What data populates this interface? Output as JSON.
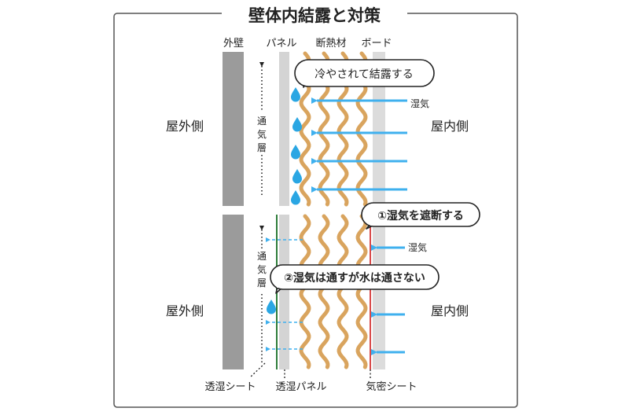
{
  "title": "壁体内結露と対策",
  "top_labels": {
    "outer_wall": "外壁",
    "panel": "パネル",
    "insulation": "断熱材",
    "board": "ボード"
  },
  "top": {
    "outside": "屋外側",
    "inside": "屋内側",
    "air_layer_chars": [
      "通",
      "気",
      "層"
    ],
    "callout": "冷やされて結露する",
    "vapor": "湿気"
  },
  "bottom": {
    "outside": "屋外側",
    "inside": "屋内側",
    "air_layer_chars": [
      "通",
      "気",
      "層"
    ],
    "callout1": "①湿気を遮断する",
    "callout2": "②湿気は通すが水は通さない",
    "vapor": "湿気"
  },
  "bottom_labels": {
    "breathable_sheet": "透湿シート",
    "breathable_panel": "透湿パネル",
    "airtight_sheet": "気密シート"
  },
  "colors": {
    "wall": "#9b9b9b",
    "panel": "#d4d4d4",
    "board": "#dcdcdc",
    "insulation": "#d9a45e",
    "arrow": "#3fb0ee",
    "drop": "#2aa6e3",
    "green_sheet": "#2e7d3a",
    "red_sheet": "#d94a4a",
    "frame": "#555555"
  }
}
